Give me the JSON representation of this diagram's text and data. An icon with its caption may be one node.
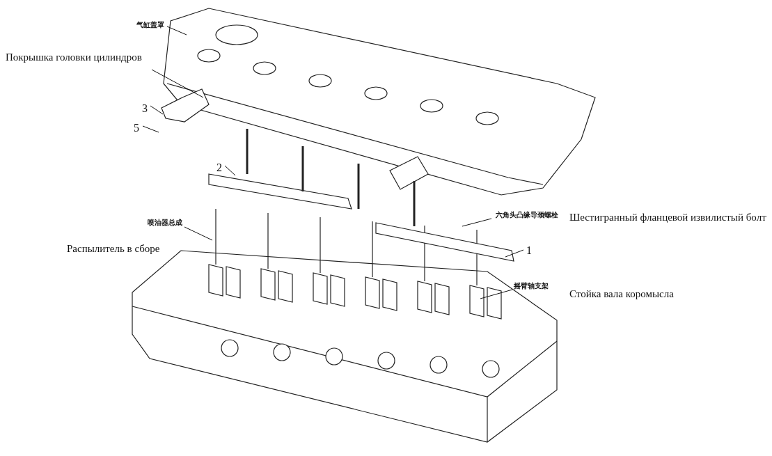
{
  "diagram": {
    "nodes": [
      {
        "text": [
          "气缸盖罩"
        ]
      },
      {
        "text": [
          "Покрышка головки цилиндров"
        ]
      },
      {
        "text": [
          "3"
        ]
      },
      {
        "text": [
          "5"
        ]
      },
      {
        "text": [
          "2"
        ]
      },
      {
        "text": [
          "喷油器总成"
        ]
      },
      {
        "text": [
          "六角头凸缘导颈螺栓"
        ]
      },
      {
        "text": [
          "1"
        ]
      },
      {
        "text": [
          "摇臂轴支架"
        ]
      }
    ],
    "edges": [
      {
        "from": 0,
        "to": null,
        "arrow": "none"
      },
      {
        "from": 1,
        "to": null,
        "arrow": "none"
      },
      {
        "from": 2,
        "to": null,
        "arrow": "none"
      },
      {
        "from": 3,
        "to": null,
        "arrow": "none"
      },
      {
        "from": 4,
        "to": null,
        "arrow": "none"
      },
      {
        "from": 5,
        "to": null,
        "arrow": "none"
      },
      {
        "from": 6,
        "to": null,
        "arrow": "none"
      },
      {
        "from": 7,
        "to": null,
        "arrow": "none"
      },
      {
        "from": 8,
        "to": null,
        "arrow": "none"
      }
    ],
    "labels": [
      "Распылитель в сборе",
      "Шестигранный фланцевой извилистый болт",
      "Стойка вала коромысла"
    ]
  }
}
